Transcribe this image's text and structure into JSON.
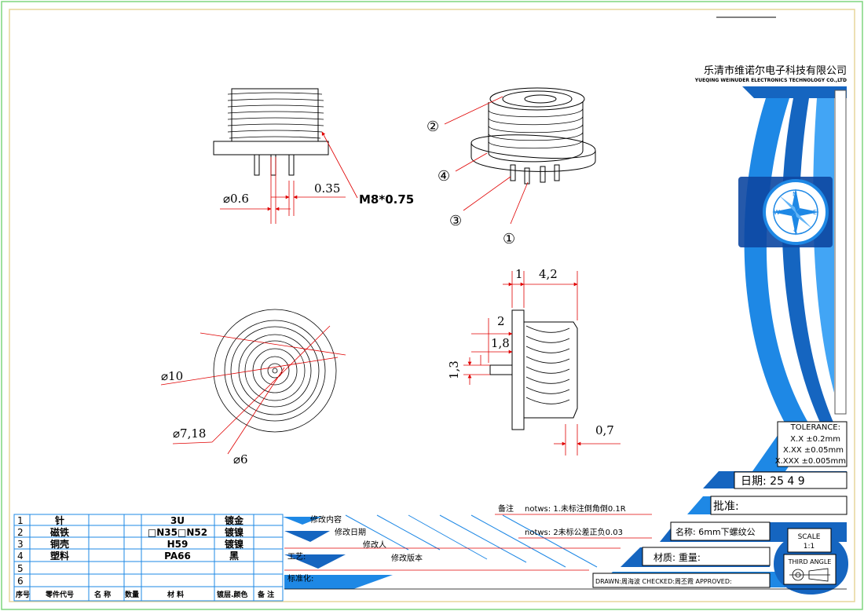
{
  "company": {
    "name_cn": "乐清市维诺尔电子科技有限公司",
    "name_en": "YUEQING WEINUDER ELECTRONICS TECHNOLOGY CO.,LTD"
  },
  "callouts": [
    "①",
    "②",
    "③",
    "④"
  ],
  "dimensions": {
    "pin_dia": "⌀0.6",
    "gap": "0.35",
    "thread": "M8*0.75",
    "d10": "⌀10",
    "d718": "⌀7,18",
    "d6": "⌀6",
    "w1": "1",
    "w42": "4,2",
    "w2": "2",
    "w18": "1,8",
    "h13": "1,3",
    "w07": "0,7"
  },
  "compass": {
    "n": "N",
    "e": "E",
    "s": "S",
    "w": "W"
  },
  "tolerance": {
    "title": "TOLERANCE:",
    "x1": "X.X  ±0.2mm",
    "x2": "X.XX  ±0.05mm",
    "x3": "X.XXX  ±0.005mm"
  },
  "date": "日期:  25  4  9",
  "approve": "批准:",
  "notes": {
    "label": "备注",
    "n1": "notws: 1.未标注倒角倒0.1R",
    "n2": "notws: 2未标公差正负0.03"
  },
  "part_name": "名称: 6mm下螺纹公",
  "material_weight": "材质:     重量:",
  "scale": {
    "label": "SCALE",
    "value": "1:1"
  },
  "third_angle": "THIRD ANGLE",
  "signoff": "DRAWN:周海波   CHECKED:周丕霞   APPROVED:",
  "revision": {
    "content": "修改内容",
    "date": "修改日期",
    "person": "修改人",
    "version": "修改版本",
    "process": "工艺:",
    "standard": "标准化:"
  },
  "bom": {
    "rows": [
      {
        "no": "1",
        "name": "针",
        "material": "3U",
        "finish": "镀金"
      },
      {
        "no": "2",
        "name": "磁铁",
        "material": "□N35□N52",
        "finish": "镀镍"
      },
      {
        "no": "3",
        "name": "铜壳",
        "material": "H59",
        "finish": "镀镍"
      },
      {
        "no": "4",
        "name": "塑料",
        "material": "PA66",
        "finish": "黑"
      },
      {
        "no": "5",
        "name": "",
        "material": "",
        "finish": ""
      },
      {
        "no": "6",
        "name": "",
        "material": "",
        "finish": ""
      }
    ],
    "headers": {
      "no": "序号",
      "code": "零件代号",
      "name": "名 称",
      "qty": "数量",
      "material": "材  料",
      "finish": "镀层.颜色",
      "remark": "备 注"
    }
  }
}
